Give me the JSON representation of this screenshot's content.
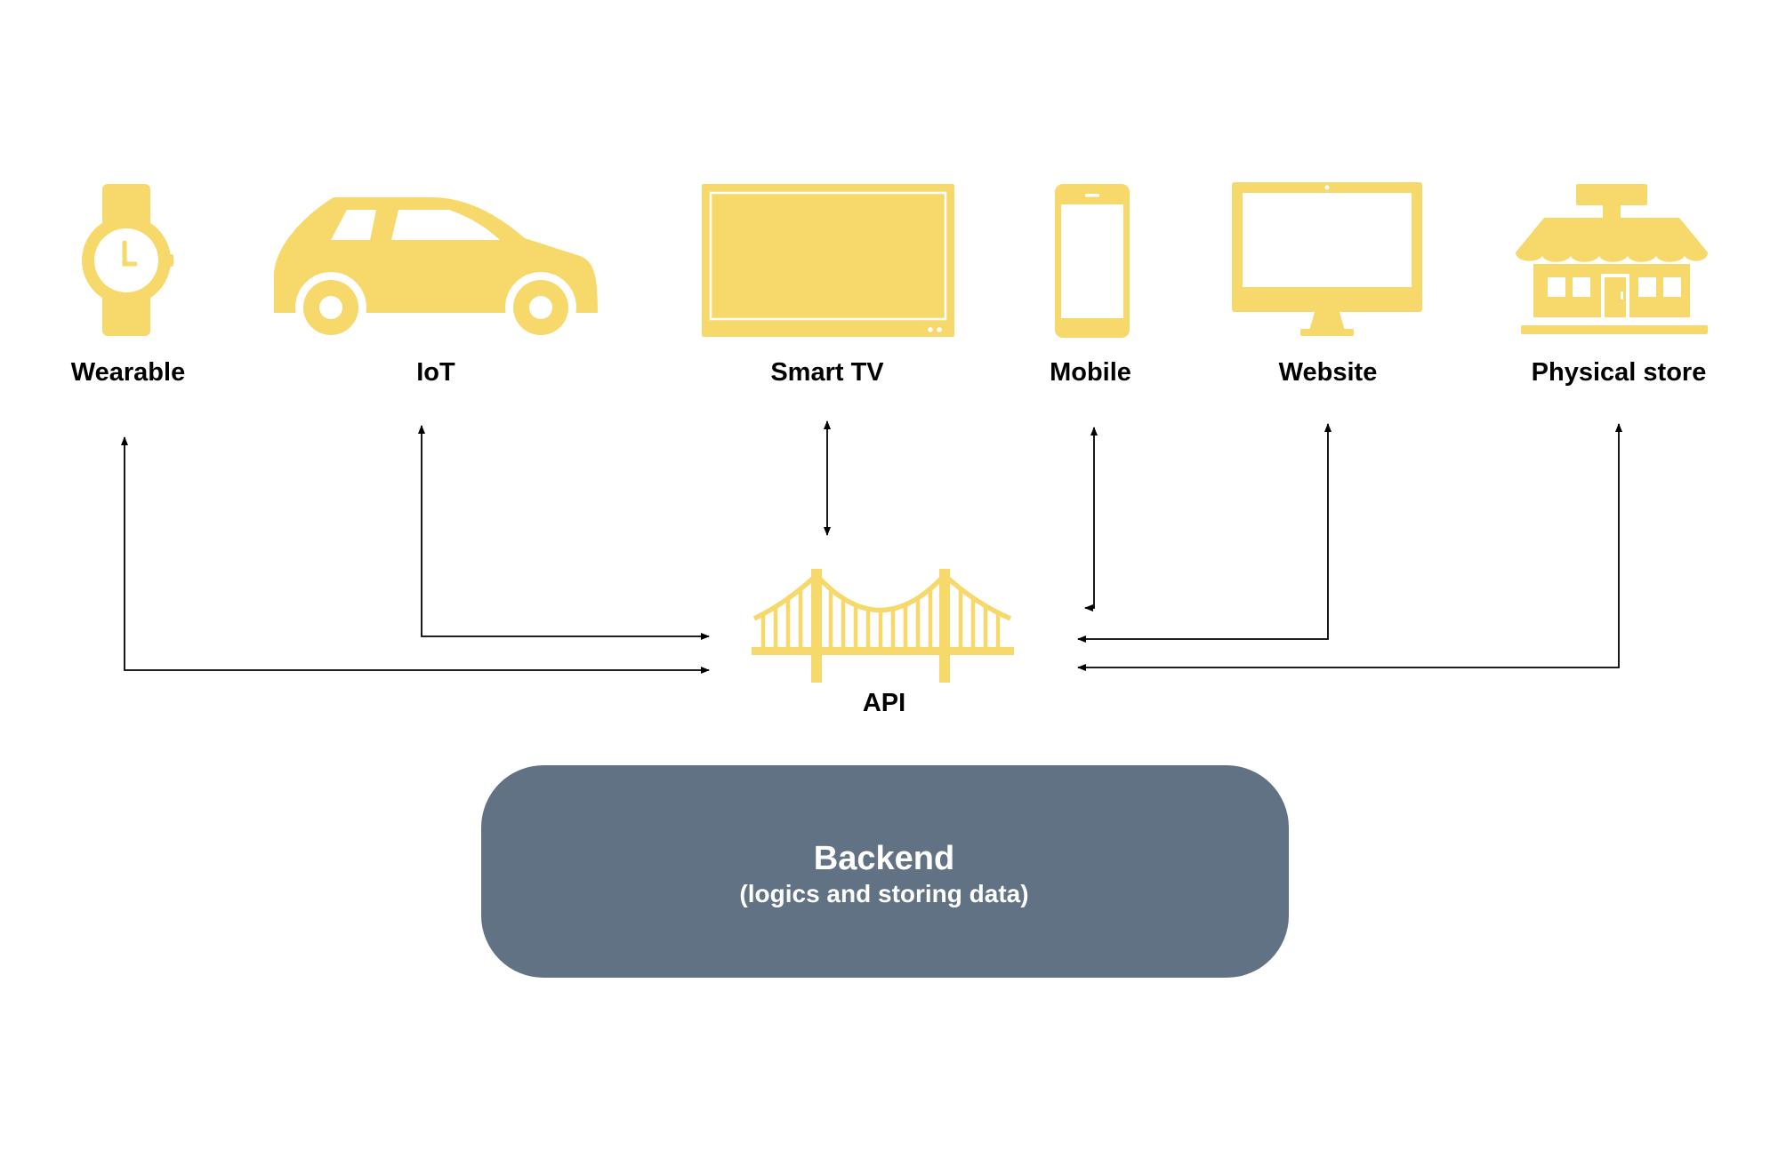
{
  "colors": {
    "icon": "#F7D86A",
    "backend": "#617284",
    "line": "#000000",
    "text": "#000000",
    "backend_text": "#FFFFFF"
  },
  "devices": [
    {
      "id": "wearable",
      "label": "Wearable",
      "icon": "wristwatch-icon"
    },
    {
      "id": "iot",
      "label": "IoT",
      "icon": "car-icon"
    },
    {
      "id": "smart-tv",
      "label": "Smart TV",
      "icon": "television-icon"
    },
    {
      "id": "mobile",
      "label": "Mobile",
      "icon": "smartphone-icon"
    },
    {
      "id": "website",
      "label": "Website",
      "icon": "desktop-monitor-icon"
    },
    {
      "id": "physical-store",
      "label": "Physical store",
      "icon": "storefront-icon"
    }
  ],
  "api": {
    "label": "API",
    "icon": "bridge-icon"
  },
  "backend": {
    "title": "Backend",
    "subtitle": "(logics and storing data)"
  }
}
